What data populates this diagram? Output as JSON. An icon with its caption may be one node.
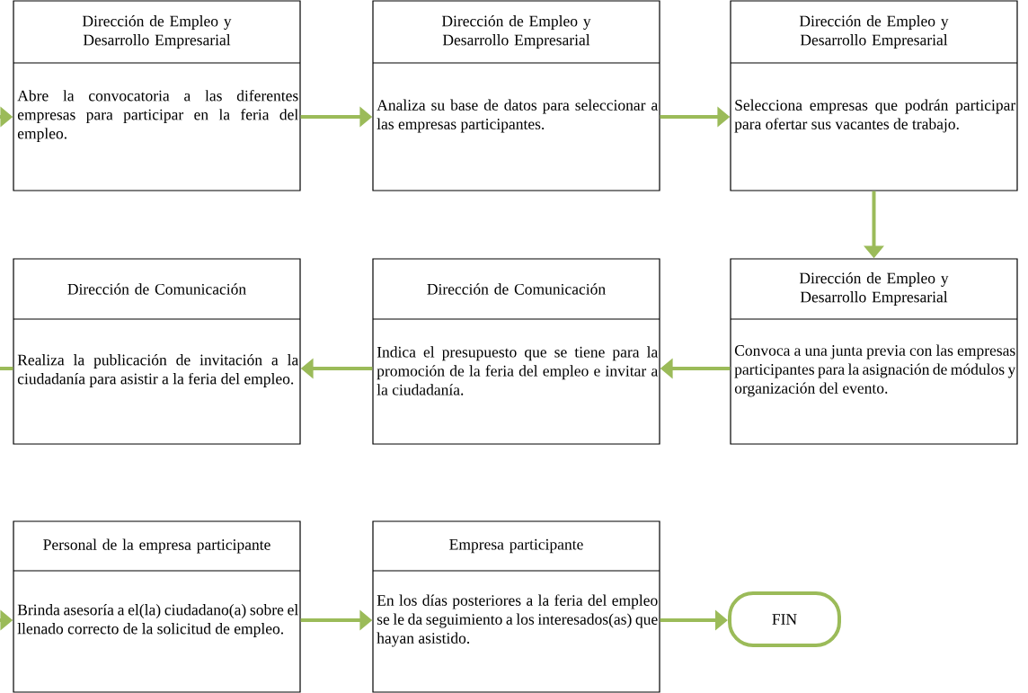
{
  "diagram": {
    "nodes": [
      {
        "text": [
          "Dirección de Empleo y Desarrollo Empresarial",
          "Abre la convocatoria a las diferentes empresas para participar en la feria del empleo."
        ]
      },
      {
        "text": [
          "Dirección de Empleo y Desarrollo Empresarial",
          "Analiza su base de datos para seleccionar a las empresas participantes."
        ]
      },
      {
        "text": [
          "Dirección de Empleo y Desarrollo Empresarial",
          "Selecciona empresas que podrán participar para ofertar sus vacantes de trabajo."
        ]
      },
      {
        "text": [
          "Dirección de Empleo y Desarrollo Empresarial",
          "Convoca a una junta previa con las empresas participantes para la asignación de módulos y organización del evento."
        ]
      },
      {
        "text": [
          "Dirección de Comunicación",
          "Indica el presupuesto que se tiene para la promoción de la feria del empleo e invitar a la ciudadanía."
        ]
      },
      {
        "text": [
          "Dirección de Comunicación",
          "Realiza la publicación de invitación a la ciudadanía para asistir a la feria del empleo."
        ]
      },
      {
        "text": [
          "Personal de la empresa participante",
          "Brinda asesoría a el(la) ciudadano(a) sobre el llenado correcto de la solicitud de empleo."
        ]
      },
      {
        "text": [
          "Empresa participante",
          "En los días posteriores a la feria del empleo se le da seguimiento a los interesados(as) que hayan asistido."
        ]
      },
      {
        "text": [
          "FIN"
        ]
      }
    ],
    "edges": [
      {
        "from": null,
        "to": 0,
        "arrow": "to"
      },
      {
        "from": 0,
        "to": 1,
        "arrow": "to"
      },
      {
        "from": 1,
        "to": 2,
        "arrow": "to"
      },
      {
        "from": 2,
        "to": 3,
        "arrow": "to"
      },
      {
        "from": 3,
        "to": 4,
        "arrow": "to"
      },
      {
        "from": 4,
        "to": 5,
        "arrow": "to"
      },
      {
        "from": 5,
        "to": null,
        "arrow": "none"
      },
      {
        "from": null,
        "to": 6,
        "arrow": "to"
      },
      {
        "from": 6,
        "to": 7,
        "arrow": "to"
      },
      {
        "from": 7,
        "to": 8,
        "arrow": "to"
      }
    ]
  }
}
